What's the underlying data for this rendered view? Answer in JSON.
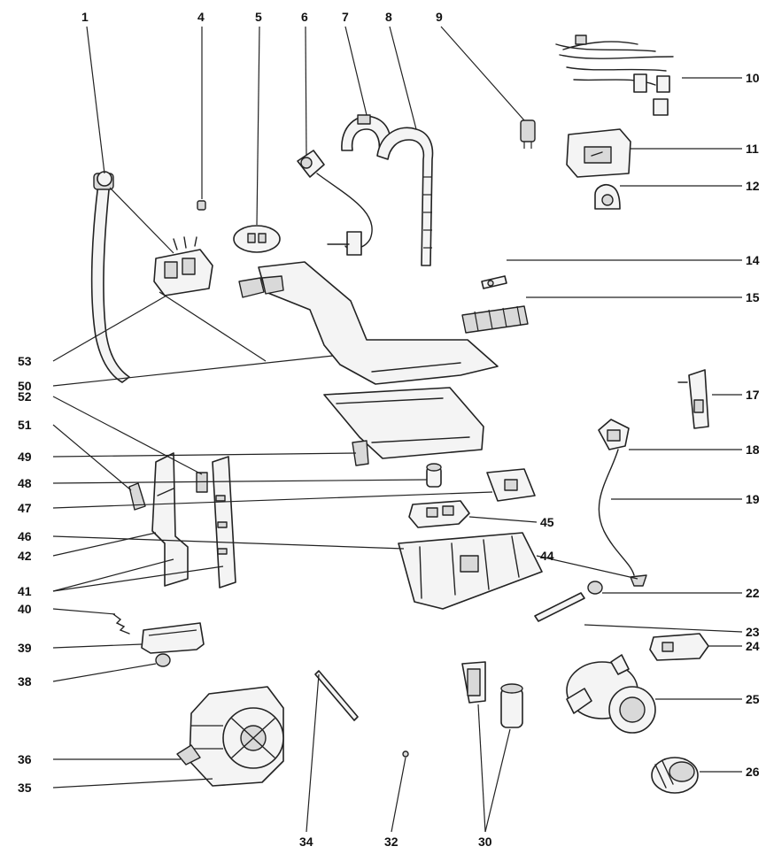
{
  "labels": {
    "n1": "1",
    "n4": "4",
    "n5": "5",
    "n6": "6",
    "n7": "7",
    "n8": "8",
    "n9": "9",
    "n10": "10",
    "n11": "11",
    "n12": "12",
    "n14": "14",
    "n15": "15",
    "n17": "17",
    "n18": "18",
    "n19": "19",
    "n22": "22",
    "n23": "23",
    "n24": "24",
    "n25": "25",
    "n26": "26",
    "n30": "30",
    "n32": "32",
    "n34": "34",
    "n35": "35",
    "n36": "36",
    "n38": "38",
    "n39": "39",
    "n40": "40",
    "n41": "41",
    "n42": "42",
    "n44": "44",
    "n45": "45",
    "n46": "46",
    "n47": "47",
    "n48": "48",
    "n49": "49",
    "n50": "50",
    "n51": "51",
    "n52": "52",
    "n53": "53"
  }
}
